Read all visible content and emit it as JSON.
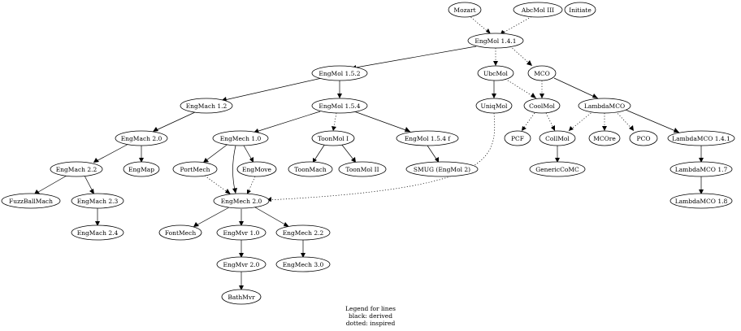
{
  "nodes": {
    "mozart": "Mozart",
    "abc3": "AbcMol III",
    "initiate": "Initiate",
    "eng141": "EngMol 1.4.1",
    "eng152": "EngMol 1.5.2",
    "ubcmol": "UbcMol",
    "mco": "MCO",
    "engmach12": "EngMach 1.2",
    "eng154": "EngMol 1.5.4",
    "uniqmol": "UniqMol",
    "coolmol": "CoolMol",
    "lambdamco": "LambdaMCO",
    "engmach20": "EngMach 2.0",
    "engmech10": "EngMech 1.0",
    "toonmol1": "ToonMol I",
    "eng154f": "EngMol 1.5.4 f",
    "pcf": "PCF",
    "collmol": "CollMol",
    "mcore": "MCOre",
    "pco": "PCO",
    "lambdamco141": "LambdaMCO 1.4.1",
    "engmach22": "EngMach 2.2",
    "engmap": "EngMap",
    "portmech": "PortMech",
    "engmove": "EngMove",
    "toonmach": "ToonMach",
    "toonmol2": "ToonMol II",
    "smug": "SMUG (EngMol 2)",
    "genericcomc": "GenericCoMC",
    "lambdamco17": "LambdaMCO 1.7",
    "fuzzball": "FuzzBallMach",
    "engmach23": "EngMach 2.3",
    "engmech20": "EngMech 2.0",
    "lambdamco18": "LambdaMCO 1.8",
    "engmach24": "EngMach 2.4",
    "fontmech": "FontMech",
    "engmvr10": "EngMvr 1.0",
    "engmech22": "EngMech 2.2",
    "engmvr20": "EngMvr 2.0",
    "engmech30": "EngMech 3.0",
    "bathmvr": "BathMvr"
  },
  "legend": {
    "line1": "Legend for lines",
    "line2": "black: derived",
    "line3": "dotted: inspired"
  },
  "colors": {
    "stroke": "#000000",
    "background": "#ffffff"
  }
}
